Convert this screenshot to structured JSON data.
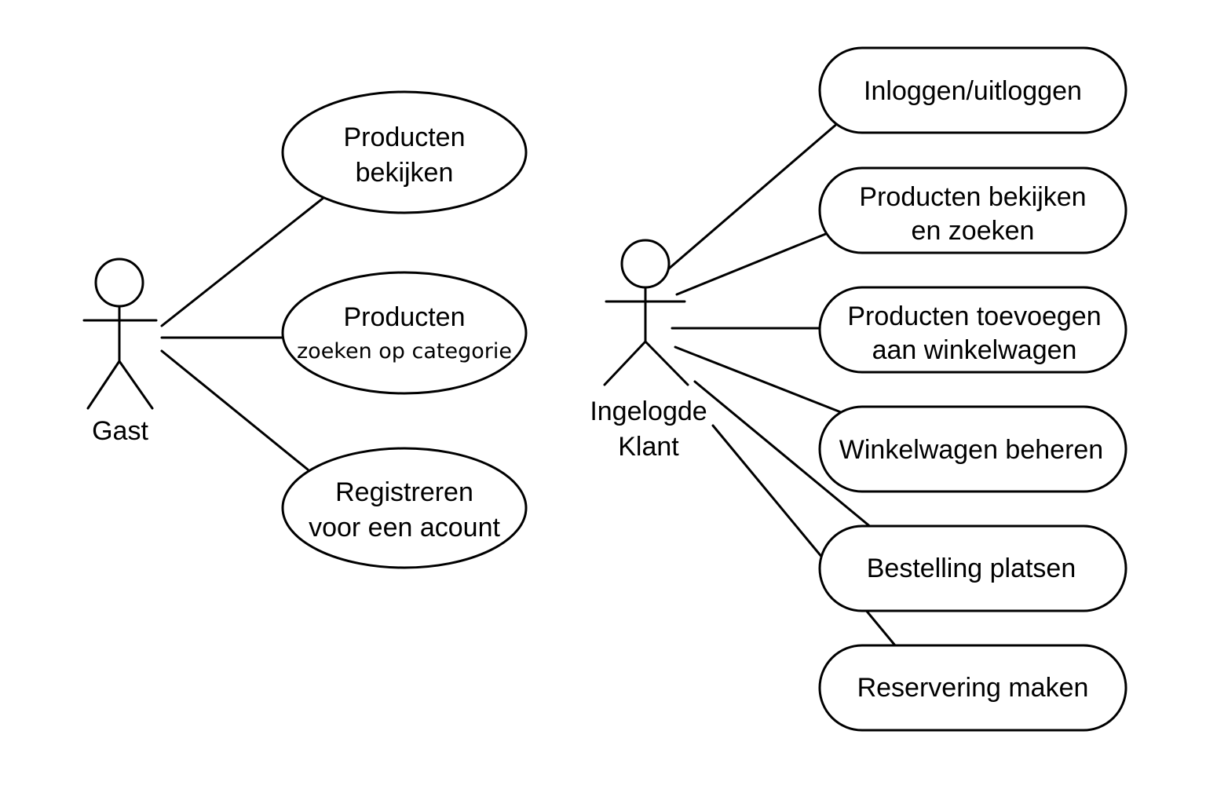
{
  "actors": {
    "guest": {
      "name": "Gast"
    },
    "customer": {
      "name_line1": "Ingelogde",
      "name_line2": "Klant"
    }
  },
  "guest_usecases": [
    {
      "line1": "Producten",
      "line2": "bekijken"
    },
    {
      "line1": "Producten",
      "line2": "zoeken op categorie"
    },
    {
      "line1": "Registreren",
      "line2": "voor een acount"
    }
  ],
  "customer_usecases": [
    {
      "line1": "Inloggen/uitloggen"
    },
    {
      "line1": "Producten bekijken",
      "line2": "en zoeken"
    },
    {
      "line1": "Producten toevoegen",
      "line2": "aan winkelwagen"
    },
    {
      "line1": "Winkelwagen beheren"
    },
    {
      "line1": "Bestelling platsen"
    },
    {
      "line1": "Reservering maken"
    }
  ],
  "colors": {
    "stroke": "#000000",
    "background": "#ffffff"
  }
}
